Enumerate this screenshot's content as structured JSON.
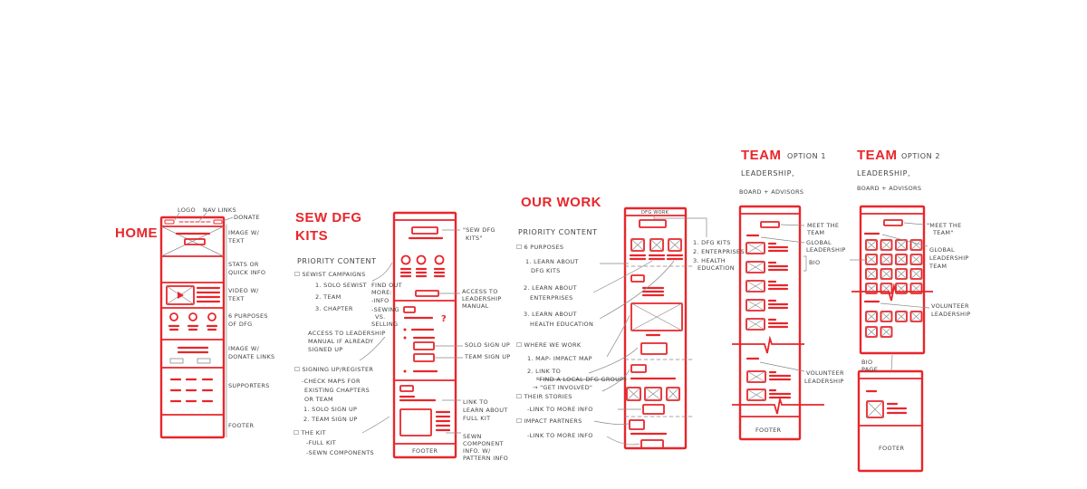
{
  "colors": {
    "ink_red": "#e8262b",
    "pencil": "#444444",
    "annotation_line": "#888888"
  },
  "home": {
    "title": "HOME",
    "logo": "LOGO",
    "nav_links": "NAV LINKS",
    "donate": "DONATE",
    "image_text": [
      "IMAGE W/",
      "TEXT"
    ],
    "stats": [
      "STATS OR",
      "QUICK INFO"
    ],
    "video": [
      "VIDEO W/",
      "TEXT"
    ],
    "purposes": [
      "6 PURPOSES",
      "OF DFG"
    ],
    "image_donate": [
      "IMAGE W/",
      "DONATE LINKS"
    ],
    "supporters": "SUPPORTERS",
    "footer": "FOOTER"
  },
  "sew": {
    "title": [
      "SEW DFG",
      "KITS"
    ],
    "priority": "PRIORITY CONTENT",
    "sewist": "☐ SEWIST CAMPAIGNS",
    "sewist_items": [
      "1. SOLO SEWIST",
      "2. TEAM",
      "3. CHAPTER"
    ],
    "find_out": [
      "FIND OUT",
      "MORE:",
      "-INFO",
      "-SEWING",
      "VS.",
      "SELLING"
    ],
    "access": [
      "ACCESS TO LEADERSHIP",
      "MANUAL IF ALREADY",
      "SIGNED UP"
    ],
    "signing": "☐ SIGNING UP/REGISTER",
    "check_maps": [
      "-CHECK MAPS FOR",
      "EXISTING CHAPTERS",
      "OR TEAM"
    ],
    "signup_items": [
      "1. SOLO SIGN UP",
      "2. TEAM SIGN UP"
    ],
    "kit": "☐ THE KIT",
    "kit_items": [
      "-FULL KIT",
      "-SEWN COMPONENTS"
    ],
    "right_title": [
      "\"SEW DFG",
      "KITS\""
    ],
    "right_access": [
      "ACCESS TO",
      "LEADERSHIP",
      "MANUAL"
    ],
    "right_solo": "SOLO SIGN UP",
    "right_team": "TEAM SIGN UP",
    "right_link": [
      "LINK TO",
      "LEARN ABOUT",
      "FULL KIT"
    ],
    "right_sewn": [
      "SEWN",
      "COMPONENT",
      "INFO. W/",
      "PATTERN INFO"
    ],
    "footer": "FOOTER"
  },
  "work": {
    "title": "OUR WORK",
    "priority": "PRIORITY CONTENT",
    "purposes": "☐ 6 PURPOSES",
    "p1": [
      "1. LEARN ABOUT",
      "DFG KITS"
    ],
    "p2": [
      "2. LEARN ABOUT",
      "ENTERPRISES"
    ],
    "p3": [
      "3. LEARN ABOUT",
      "HEALTH EDUCATION"
    ],
    "where": "☐ WHERE WE WORK",
    "map": "1. MAP- IMPACT MAP",
    "link_to": "2. LINK TO",
    "find_group": "\"FIND A LOCAL DFG GROUP\"",
    "get_involved": "→ \"GET INVOLVED\"",
    "stories": "☐ THEIR STORIES",
    "stories_link": "-LINK TO MORE INFO",
    "partners": "☐ IMPACT PARTNERS",
    "partners_link": "-LINK TO MORE INFO",
    "header": "DFG WORK",
    "nav_items": [
      "1. DFG KITS",
      "2. ENTERPRISES",
      "3. HEALTH",
      "EDUCATION"
    ]
  },
  "team1": {
    "title": "TEAM",
    "option": "OPTION 1",
    "sub": [
      "LEADERSHIP,",
      "BOARD + ADVISORS"
    ],
    "meet": [
      "MEET THE",
      "TEAM"
    ],
    "global": [
      "GLOBAL",
      "LEADERSHIP"
    ],
    "bio": "BIO",
    "volunteer": [
      "VOLUNTEER",
      "LEADERSHIP"
    ],
    "footer": "FOOTER"
  },
  "team2": {
    "title": "TEAM",
    "option": "OPTION 2",
    "sub": [
      "LEADERSHIP,",
      "BOARD + ADVISORS"
    ],
    "meet": [
      "\"MEET THE",
      "TEAM\""
    ],
    "global": [
      "GLOBAL",
      "LEADERSHIP",
      "TEAM"
    ],
    "volunteer": [
      "VOLUNTEER",
      "LEADERSHIP"
    ],
    "bio_page": [
      "BIO",
      "PAGE"
    ],
    "footer": "FOOTER"
  }
}
